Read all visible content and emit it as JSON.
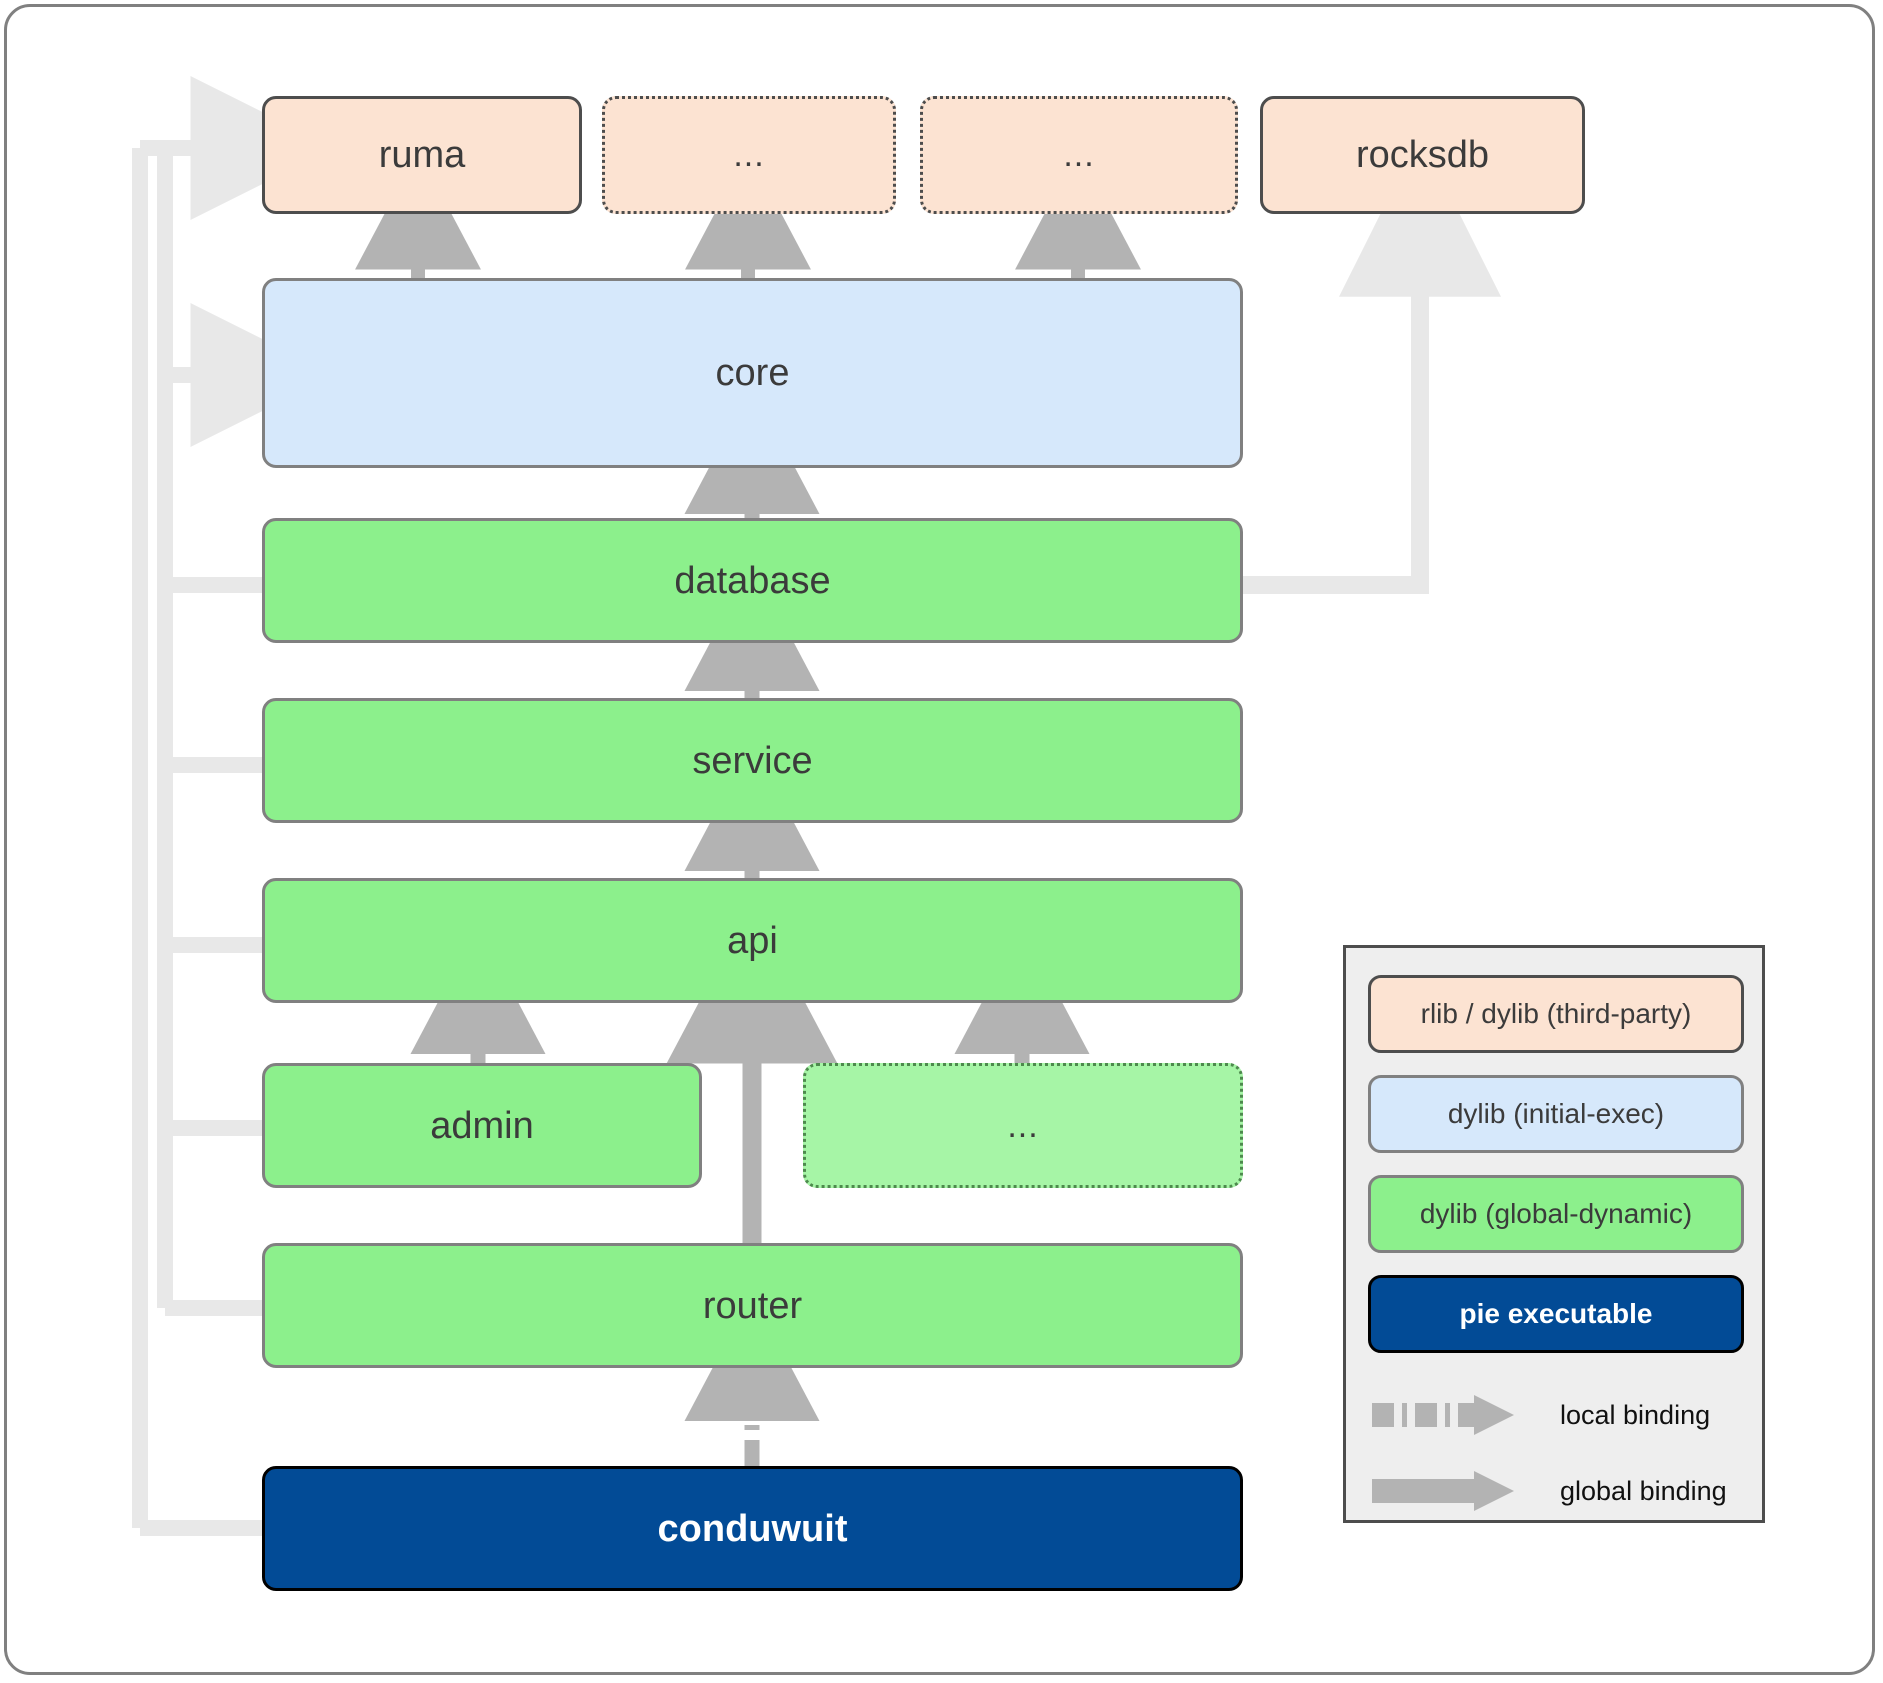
{
  "diagram": {
    "title": "conduwuit crate dependency / linkage diagram",
    "colors": {
      "third_party_fill": "#fce3d2",
      "initial_exec_fill": "#d6e8fb",
      "global_dynamic_fill": "#8cf08c",
      "pie_fill": "#024b96",
      "wire": "#e8e8e8",
      "arrow_gray": "#b3b3b3",
      "frame_border": "#808080",
      "legend_bg": "#eeeeee"
    },
    "nodes": {
      "ruma": {
        "label": "ruma",
        "kind": "rlib / dylib (third-party)",
        "border": "solid"
      },
      "top_dots_1": {
        "label": "...",
        "kind": "rlib / dylib (third-party)",
        "border": "dotted"
      },
      "top_dots_2": {
        "label": "...",
        "kind": "rlib / dylib (third-party)",
        "border": "dotted"
      },
      "rocksdb": {
        "label": "rocksdb",
        "kind": "rlib / dylib (third-party)",
        "border": "solid"
      },
      "core": {
        "label": "core",
        "kind": "dylib (initial-exec)",
        "border": "solid"
      },
      "database": {
        "label": "database",
        "kind": "dylib (global-dynamic)",
        "border": "solid"
      },
      "service": {
        "label": "service",
        "kind": "dylib (global-dynamic)",
        "border": "solid"
      },
      "api": {
        "label": "api",
        "kind": "dylib (global-dynamic)",
        "border": "solid"
      },
      "admin": {
        "label": "admin",
        "kind": "dylib (global-dynamic)",
        "border": "solid"
      },
      "mid_dots": {
        "label": "...",
        "kind": "dylib (global-dynamic)",
        "border": "dotted"
      },
      "router": {
        "label": "router",
        "kind": "dylib (global-dynamic)",
        "border": "solid"
      },
      "conduwuit": {
        "label": "conduwuit",
        "kind": "pie executable",
        "border": "solid"
      }
    },
    "edges": [
      {
        "from": "core",
        "to": "ruma",
        "binding": "global binding"
      },
      {
        "from": "core",
        "to": "top_dots_1",
        "binding": "global binding"
      },
      {
        "from": "core",
        "to": "top_dots_2",
        "binding": "global binding"
      },
      {
        "from": "database",
        "to": "core",
        "binding": "global binding"
      },
      {
        "from": "database",
        "to": "rocksdb",
        "binding": "global binding"
      },
      {
        "from": "service",
        "to": "database",
        "binding": "global binding"
      },
      {
        "from": "api",
        "to": "service",
        "binding": "global binding"
      },
      {
        "from": "admin",
        "to": "api",
        "binding": "global binding"
      },
      {
        "from": "mid_dots",
        "to": "api",
        "binding": "global binding"
      },
      {
        "from": "router",
        "to": "api",
        "binding": "global binding"
      },
      {
        "from": "conduwuit",
        "to": "router",
        "binding": "local binding"
      },
      {
        "from": "conduwuit",
        "to": "ruma",
        "binding": "global binding"
      },
      {
        "from": "conduwuit",
        "to": "core",
        "binding": "global binding"
      },
      {
        "from": "conduwuit",
        "to": "database",
        "binding": "global binding"
      },
      {
        "from": "conduwuit",
        "to": "service",
        "binding": "global binding"
      },
      {
        "from": "conduwuit",
        "to": "api",
        "binding": "global binding"
      },
      {
        "from": "conduwuit",
        "to": "admin",
        "binding": "global binding"
      },
      {
        "from": "conduwuit",
        "to": "router",
        "binding": "global binding"
      }
    ]
  },
  "legend": {
    "chips": [
      {
        "label": "rlib / dylib (third-party)",
        "swatch": "#fce3d2"
      },
      {
        "label": "dylib (initial-exec)",
        "swatch": "#d6e8fb"
      },
      {
        "label": "dylib (global-dynamic)",
        "swatch": "#8cf08c"
      },
      {
        "label": "pie executable",
        "swatch": "#024b96"
      }
    ],
    "arrows": [
      {
        "label": "local binding",
        "style": "dash-dot"
      },
      {
        "label": "global binding",
        "style": "solid"
      }
    ]
  }
}
